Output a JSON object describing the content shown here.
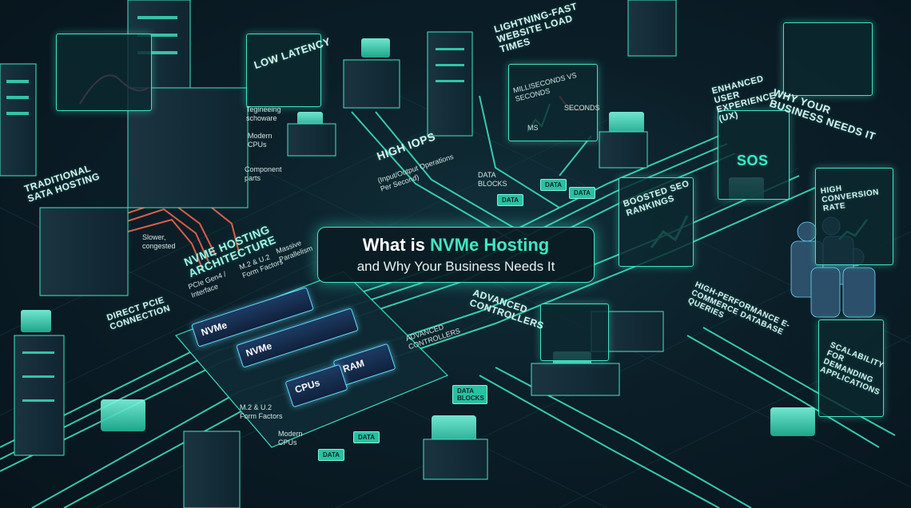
{
  "title": {
    "line1_prefix": "What is ",
    "line1_highlight": "NVMe Hosting",
    "line2": "and Why Your Business Needs It"
  },
  "labels": {
    "low_latency": "LOW LATENCY",
    "lightning": "LIGHTNING-FAST WEBSITE LOAD TIMES",
    "millis": "MILLISECONDS VS SECONDS",
    "ms": "MS",
    "seconds": "SECONDS",
    "why": "WHY YOUR BUSINESS NEEDS IT",
    "engineering": "Tegineeing schoware",
    "modern_cpus": "Modern CPUs",
    "component": "Component parts",
    "traditional": "TRADITIONAL SATA HOSTING",
    "slower": "Slower, congested",
    "high_iops": "HIGH IOPS",
    "iops_sub": "(Input/Output Operations Per Second)",
    "data_blocks": "DATA BLOCKS",
    "enhanced": "ENHANCED USER EXPERIENCE (UX)",
    "conversion": "HIGH CONVERSION RATE",
    "seo": "BOOSTED SEO RANKINGS",
    "arch": "NVMe HOSTING ARCHITECTURE",
    "pcie": "PCIe Gen4 / Interface",
    "m2_top": "M.2 & U.2 Form Factors",
    "parallel": "Massive Parallelism",
    "direct": "DIRECT PCIe CONNECTION",
    "nvme": "NVMe",
    "ram": "RAM",
    "cpus": "CPUs",
    "adv_ctrl_small": "ADVANCED CONTROLLERS",
    "adv_ctrl": "ADVANCED CONTROLLERS",
    "db_queries": "HIGH-PERFORMANCE E-COMMERCE DATABASE QUERIES",
    "scalability": "SCALABILITY FOR DEMANDING APPLICATIONS",
    "m2_bottom": "M.2 & U.2 Form Factors",
    "modern_cpus_bottom": "Modern CPUs",
    "data_chip": "DATA BLOCKS",
    "data": "DATA",
    "ui_word": "SOS"
  },
  "colors": {
    "accent": "#3fe8c4",
    "background": "#0b1e28",
    "text": "#d9f4ef"
  }
}
